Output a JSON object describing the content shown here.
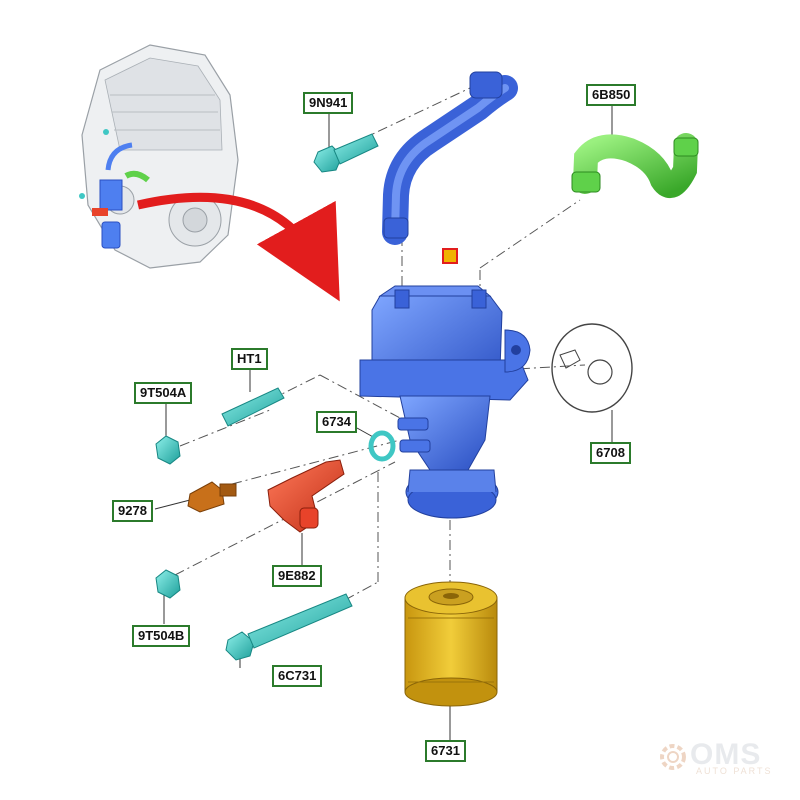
{
  "labels": {
    "9N941": "9N941",
    "6B850": "6B850",
    "HT1": "HT1",
    "9T504A": "9T504A",
    "6734": "6734",
    "6708": "6708",
    "9278": "9278",
    "9E882": "9E882",
    "9T504B": "9T504B",
    "6C731": "6C731",
    "6731": "6731"
  },
  "watermark": {
    "text": "OMS",
    "sub": "AUTO PARTS"
  },
  "colors": {
    "label_border": "#2b7a2b",
    "housing_blue": "#3f6fe0",
    "hose_green": "#5fd14a",
    "sensor_red": "#e8432a",
    "filter_yellow": "#e2b51c",
    "fastener_cyan": "#3fc7c4",
    "sender_orange": "#c8701a",
    "arrow_red": "#e21d1d"
  }
}
